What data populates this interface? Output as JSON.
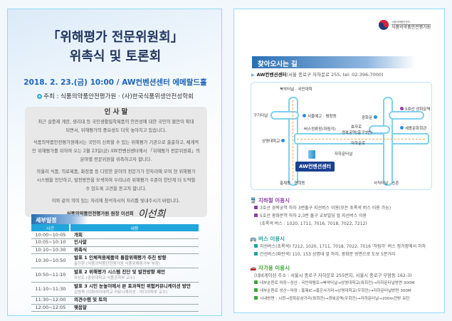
{
  "left": {
    "title_line1": "「위해평가 전문위원회」",
    "title_line2": "위촉식 및 토론회",
    "date_venue": "2018. 2. 23.(금) 10:00 / AW컨벤션센터 에메랄드홀",
    "organizer": "주최 : 식품의약품안전평가원 · (사)한국식품위생안전성학회",
    "greeting": {
      "title": "인 사 말",
      "paragraphs": [
        "최근 살충제 계란, 생리대 등 국민생활밀착제품의 안전성에 대한 국민의 불안이 확대되면서, 위해평가의 중요성도 더욱 높아지고 있습니다.",
        "식품의약품안전평가원에서는 국민이 신뢰할 수 있는 위해평가 기관으로 출출하고, 체계적인 위해평가를 위하여 오는 2월 23일(금) AW컨벤션센터에서 「위해평가 전문위원회」의 분야별 전문위원을 위촉하고자 합니다.",
        "아울러 식품, 의료제품, 화장품 등 다양한 분야의 전문가가 한자리에 모여 현 위해평가 시스템을 진단하고, 발전방안을 모색하여 우리나라 위해평가 수준이 한단계 더 도약할 수 있도록 고견을 듣고자 합니다.",
        "이와 같이 의미 있는 자리에 참석하시어 자리를 빛내주시기 바랍니다."
      ],
      "signer": "식품의약품안전평가원 원장 이선희",
      "signature": "이선희"
    },
    "schedule": {
      "heading": "세부일정",
      "col_time": "시간",
      "col_content": "내용",
      "rows": [
        {
          "time": "10:00~10:05",
          "content": "개회",
          "sub": ""
        },
        {
          "time": "10:05~10:10",
          "content": "인사말",
          "sub": ""
        },
        {
          "time": "10:10~10:30",
          "content": "위촉식",
          "sub": ""
        },
        {
          "time": "10:30~10:50",
          "content": "발표 1 인체적용제품의 통합위해평가 추진 방향",
          "sub": "홍진환 (식품의약품안전평가원 식품위해평가부 부장)"
        },
        {
          "time": "10:50~11:10",
          "content": "발표 2 위해평가 시스템 진단 및 발전방향 제언",
          "sub": "하상도 (중앙대학교 식품공학부 교수)"
        },
        {
          "time": "11:10~11:30",
          "content": "발표 3 시민 눈높이에서 본 효과적인 위험커뮤니케이션 방안",
          "sub": "김영욱 (이화여자대학교 커뮤니케이션 · 미디어학부 교수)"
        },
        {
          "time": "11:30~12:00",
          "content": "의견수렴 및 토의",
          "sub": ""
        },
        {
          "time": "12:00~12:05",
          "content": "맺음말",
          "sub": ""
        }
      ]
    }
  },
  "right": {
    "logo_small": "식품의약품안전처",
    "logo_main": "식품의약품안전평가원",
    "heading": "찾아오시는 길",
    "address_name": "AW컨벤션센터",
    "address_detail": "(서울 종로구 자하문로 255, tel: 02-396-7000)",
    "map": {
      "north": "북악터널 · 국민대학",
      "west": "구기터널",
      "seoul_arts": "서울예고 · 평창동",
      "bus_stop": "버스정류장(하림각)",
      "sangmyung": "상명대학교",
      "hongje": "홍제동 · 연희동",
      "tunnel": "자하문터널",
      "road": "자하문로",
      "hyoja": "효자로",
      "gyeongbok": "경복궁역(출구3번)",
      "gwanghwamun": "광화문",
      "line5": "5호선 광화문역",
      "sejong": "세종문화회관",
      "sajik": "사직터널 · 신촌",
      "venue": "AW컨벤션센터"
    },
    "subway": {
      "title": "지하철 이용시",
      "lines": [
        "3호선 경복궁역 하차 3번출구 지선버스 이용(모든 초록색 버스 이용 가능)",
        "5호선 광화문역 하차 2,3번 출구 교보빌딩 앞 지선버스 이용",
        "(초록색 버스 : 1020, 1711, 7016, 7018, 7022, 7212)"
      ]
    },
    "bus": {
      "title": "버스 이용시",
      "lines": [
        "지선버스(초록색) 7212, 1020, 1711, 7018, 7022, 7016 '하림각' 버스 정거장에서 하차",
        "간선버스(파란색) 110, 153 상명대 앞 하차, 광화문 방면으로 도보 5분거리"
      ]
    },
    "car": {
      "title": "자가용 이용시",
      "nav": "(네비게이션 주소 : 서울시 종로구 자하문로 255번지, 서울시 종로구 부암동 162-3)",
      "lines": [
        "내부순환로 마장~성산 : 국민대램프→북악터널→상명대학교(좌회전)→자하문터널방면 300M",
        "내부순환로 성산~마장 : 홍제IC→홍은사거리→상명대학교(우회전)→자하문터널방면 300M",
        "시내방면 : 시청→광화문삼거리(좌회전)→경복궁역(우회전)→자하문터널→200m전방 유턴"
      ]
    },
    "colors": {
      "subway": "#8a3fa8",
      "bus": "#1fa3a0",
      "car": "#3aa73a"
    }
  }
}
